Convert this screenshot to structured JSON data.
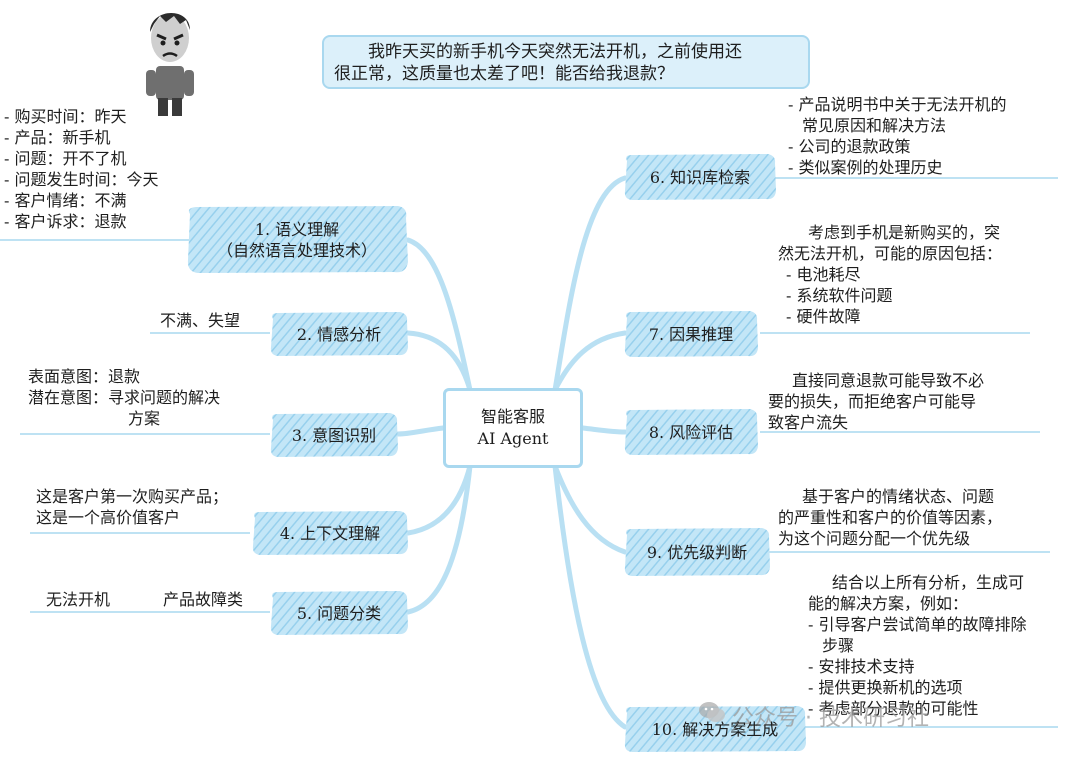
{
  "center": {
    "line1": "智能客服",
    "line2": "AI Agent"
  },
  "customer_message": {
    "line1": "我昨天买的新手机今天突然无法开机，之前使用还",
    "line2": "很正常，这质量也太差了吧！能否给我退款？"
  },
  "left_nodes": [
    {
      "label_line1": "1. 语义理解",
      "label_line2": "（自然语言处理技术）",
      "notes": [
        "- 购买时间：昨天",
        "- 产品：新手机",
        "- 问题：开不了机",
        "- 问题发生时间：今天",
        "- 客户情绪：不满",
        "- 客户诉求：退款"
      ]
    },
    {
      "label": "2. 情感分析",
      "notes": [
        "不满、失望"
      ]
    },
    {
      "label": "3. 意图识别",
      "notes": [
        "表面意图：退款",
        "潜在意图：寻求问题的解决",
        "方案"
      ]
    },
    {
      "label": "4. 上下文理解",
      "notes": [
        "这是客户第一次购买产品；",
        "这是一个高价值客户"
      ]
    },
    {
      "label": "5. 问题分类",
      "notes": [
        "无法开机",
        "产品故障类"
      ]
    }
  ],
  "right_nodes": [
    {
      "label": "6. 知识库检索",
      "notes": [
        "- 产品说明书中关于无法开机的",
        "常见原因和解决方法",
        "- 公司的退款政策",
        "- 类似案例的处理历史"
      ]
    },
    {
      "label": "7. 因果推理",
      "notes": [
        "考虑到手机是新购买的，突",
        "然无法开机，可能的原因包括：",
        "- 电池耗尽",
        "- 系统软件问题",
        "- 硬件故障"
      ]
    },
    {
      "label": "8. 风险评估",
      "notes": [
        "直接同意退款可能导致不必",
        "要的损失，而拒绝客户可能导",
        "致客户流失"
      ]
    },
    {
      "label": "9. 优先级判断",
      "notes": [
        "基于客户的情绪状态、问题",
        "的严重性和客户的价值等因素，",
        "为这个问题分配一个优先级"
      ]
    },
    {
      "label": "10. 解决方案生成",
      "notes": [
        "结合以上所有分析，生成可",
        "能的解决方案，例如：",
        "- 引导客户尝试简单的故障排除",
        "步骤",
        "- 安排技术支持",
        "- 提供更换新机的选项",
        "- 考虑部分退款的可能性"
      ]
    }
  ],
  "watermark": "公众号 · 技术研习社",
  "colors": {
    "branch": "#b9e0f3",
    "node_fill": "#bfe4f6",
    "node_hatch": "#8fcdec",
    "center_border": "#a9d8ef",
    "bubble_fill": "#dcf0fa",
    "underline": "#a9d8ef"
  },
  "icons": {
    "avatar": "angry-man-icon",
    "watermark_logo": "wechat-icon"
  }
}
